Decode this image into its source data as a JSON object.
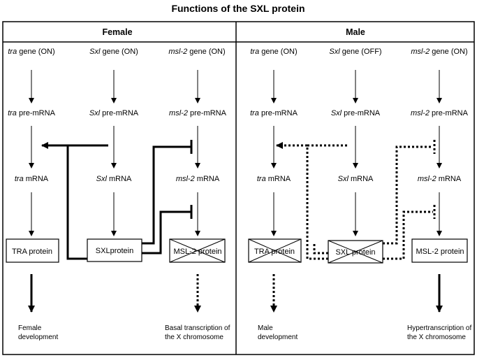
{
  "title": "Functions of the SXL protein",
  "female": {
    "header": "Female",
    "tra": {
      "gene_i": "tra",
      "gene_r": " gene (ON)",
      "pre_i": "tra",
      "pre_r": " pre-mRNA",
      "mrna_i": "tra",
      "mrna_r": " mRNA",
      "protein": "TRA protein"
    },
    "sxl": {
      "gene_i": "Sxl",
      "gene_r": " gene (ON)",
      "pre_i": "Sxl",
      "pre_r": " pre-mRNA",
      "mrna_i": "Sxl",
      "mrna_r": " mRNA",
      "protein": "SXLprotein"
    },
    "msl": {
      "gene_i": "msl-2",
      "gene_r": " gene (ON)",
      "pre_i": "msl-2",
      "pre_r": " pre-mRNA",
      "mrna_i": "msl-2",
      "mrna_r": " mRNA",
      "protein": "MSL-2 protein"
    },
    "out1_l1": "Female",
    "out1_l2": "development",
    "out2_l1": "Basal transcription of",
    "out2_l2": "the X chromosome"
  },
  "male": {
    "header": "Male",
    "tra": {
      "gene_i": "tra",
      "gene_r": " gene (ON)",
      "pre_i": "tra",
      "pre_r": " pre-mRNA",
      "mrna_i": "tra",
      "mrna_r": " mRNA",
      "protein": "TRA protein"
    },
    "sxl": {
      "gene_i": "Sxl",
      "gene_r": " gene (OFF)",
      "pre_i": "Sxl",
      "pre_r": " pre-mRNA",
      "mrna_i": "Sxl",
      "mrna_r": " mRNA",
      "protein": "SXL protein"
    },
    "msl": {
      "gene_i": "msl-2",
      "gene_r": " gene (ON)",
      "pre_i": "msl-2",
      "pre_r": " pre-mRNA",
      "mrna_i": "msl-2",
      "mrna_r": " mRNA",
      "protein": "MSL-2 protein"
    },
    "out1_l1": "Male",
    "out1_l2": "development",
    "out2_l1": "Hypertranscription of",
    "out2_l2": "the X chromosome"
  }
}
